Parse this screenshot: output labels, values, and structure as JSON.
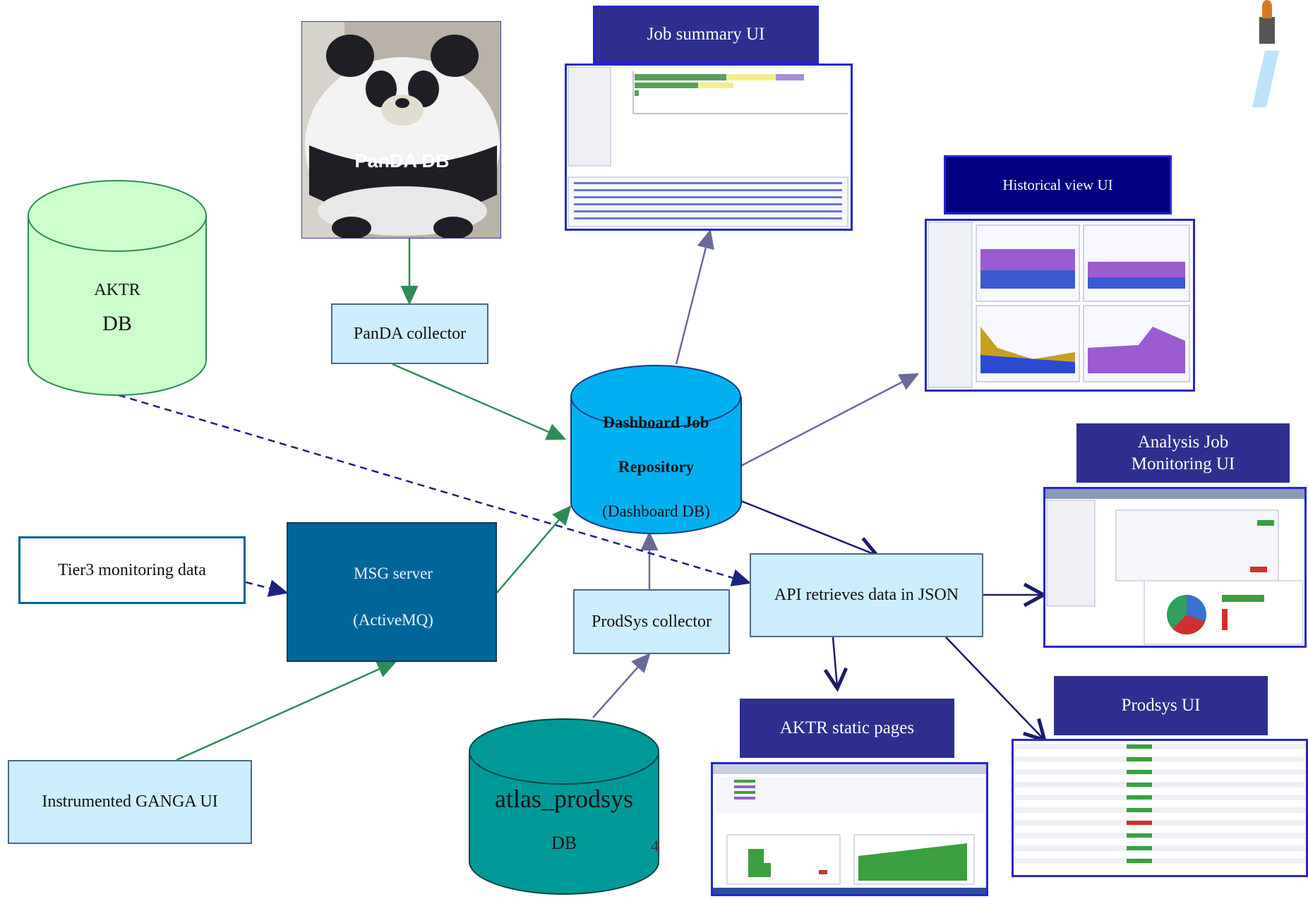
{
  "nodes": {
    "panda_db": "PanDA DB",
    "panda_collector": "PanDA collector",
    "aktr_db": {
      "line1": "AKTR",
      "line2": "DB"
    },
    "dashboard_repo": {
      "line1": "Dashboard Job",
      "line2": "Repository",
      "line3": "(Dashboard DB)"
    },
    "tier3": "Tier3 monitoring data",
    "msg_server": {
      "line1": "MSG server",
      "line2": "(ActiveMQ)"
    },
    "ganga": "Instrumented GANGA  UI",
    "prodsys_collector": "ProdSys collector",
    "atlas_prodsys": {
      "line1": "atlas_prodsys",
      "line2": "DB"
    },
    "api": "API retrieves data in JSON"
  },
  "uis": {
    "job_summary": "Job summary UI",
    "historical": "Historical view UI",
    "analysis": {
      "line1": "Analysis Job",
      "line2": "Monitoring UI"
    },
    "aktr_static": "AKTR static pages",
    "prodsys_ui": "Prodsys UI"
  },
  "page_number": "4",
  "colors": {
    "green_arrow": "#2e8b57",
    "purple_arrow": "#6a6a9a",
    "navy_arrow": "#1a1a6e",
    "dashed_arrow": "#1a237e",
    "aktr_fill": "#ccffcc",
    "dashboard_fill": "#00b0f0",
    "prodsys_fill": "#009999",
    "msg_fill": "#006699",
    "light_box": "#cceeff",
    "ui_header": "#2e2f8f"
  }
}
